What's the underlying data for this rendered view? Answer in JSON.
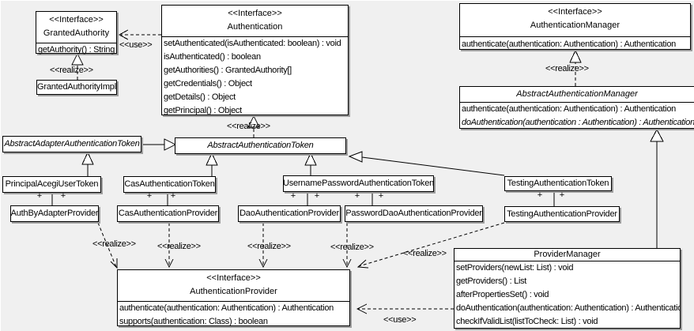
{
  "colors": {
    "background": "#f0f0f0",
    "box_fill": "#ffffff",
    "line": "#000000",
    "shadow": "#9e9e9e"
  },
  "edge_labels": {
    "use": "<<use>>",
    "realize": "<<realize>>"
  },
  "multiplicity_plus": "+",
  "classes": {
    "granted_authority": {
      "stereotype": "<<Interface>>",
      "name": "GrantedAuthority",
      "methods": [
        "getAuthority() : String"
      ]
    },
    "granted_authority_impl": {
      "name": "GrantedAuthorityImpl"
    },
    "authentication": {
      "stereotype": "<<Interface>>",
      "name": "Authentication",
      "methods": [
        "setAuthenticated(isAuthenticated: boolean) : void",
        "isAuthenticated() : boolean",
        "getAuthorities() : GrantedAuthority[]",
        "getCredentials() : Object",
        "getDetails() : Object",
        "getPrincipal() : Object"
      ]
    },
    "authentication_manager": {
      "stereotype": "<<Interface>>",
      "name": "AuthenticationManager",
      "methods": [
        "authenticate(authentication: Authentication) : Authentication"
      ]
    },
    "abstract_authentication_manager": {
      "name": "AbstractAuthenticationManager",
      "methods": [
        "authenticate(authentication: Authentication) : Authentication",
        "doAuthentication(authentication : Authentication) : Authentication"
      ]
    },
    "abstract_adapter_authentication_token": {
      "name": "AbstractAdapterAuthenticationToken"
    },
    "abstract_authentication_token": {
      "name": "AbstractAuthenticationToken"
    },
    "principal_acegi_user_token": {
      "name": "PrincipalAcegiUserToken"
    },
    "cas_authentication_token": {
      "name": "CasAuthenticationToken"
    },
    "username_password_authentication_token": {
      "name": "UsernamePasswordAuthenticationToken"
    },
    "testing_authentication_token": {
      "name": "TestingAuthenticationToken"
    },
    "auth_by_adapter_provider": {
      "name": "AuthByAdapterProvider"
    },
    "cas_authentication_provider": {
      "name": "CasAuthenticationProvider"
    },
    "dao_authentication_provider": {
      "name": "DaoAuthenticationProvider"
    },
    "password_dao_authentication_provider": {
      "name": "PasswordDaoAuthenticationProvider"
    },
    "testing_authentication_provider": {
      "name": "TestingAuthenticationProvider"
    },
    "authentication_provider": {
      "stereotype": "<<Interface>>",
      "name": "AuthenticationProvider",
      "methods": [
        "authenticate(authentication: Authentication) : Authentication",
        "supports(authentication: Class) : boolean"
      ]
    },
    "provider_manager": {
      "name": "ProviderManager",
      "methods": [
        "setProviders(newList: List) : void",
        "getProviders() : List",
        "afterPropertiesSet() : void",
        "doAuthentication(authentication: Authentication) : Authentication",
        "checkIfValidList(listToCheck: List) : void"
      ]
    }
  }
}
